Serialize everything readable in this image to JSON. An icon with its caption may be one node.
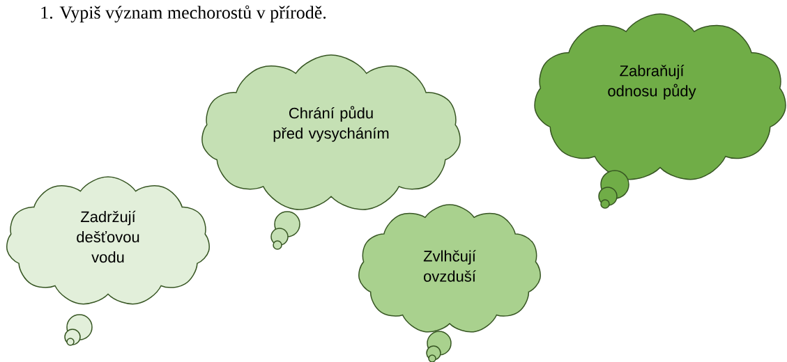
{
  "diagram": {
    "title": "1. Vypiš význam mechorostů v přírodě.",
    "nodes": [
      {
        "text": [
          "Zadržují dešťovou vodu"
        ]
      },
      {
        "text": [
          "Chrání půdu před vysycháním"
        ]
      },
      {
        "text": [
          "Zvlhčují ovzduší"
        ]
      },
      {
        "text": [
          "Zabraňují odnosu půdy"
        ]
      }
    ]
  }
}
